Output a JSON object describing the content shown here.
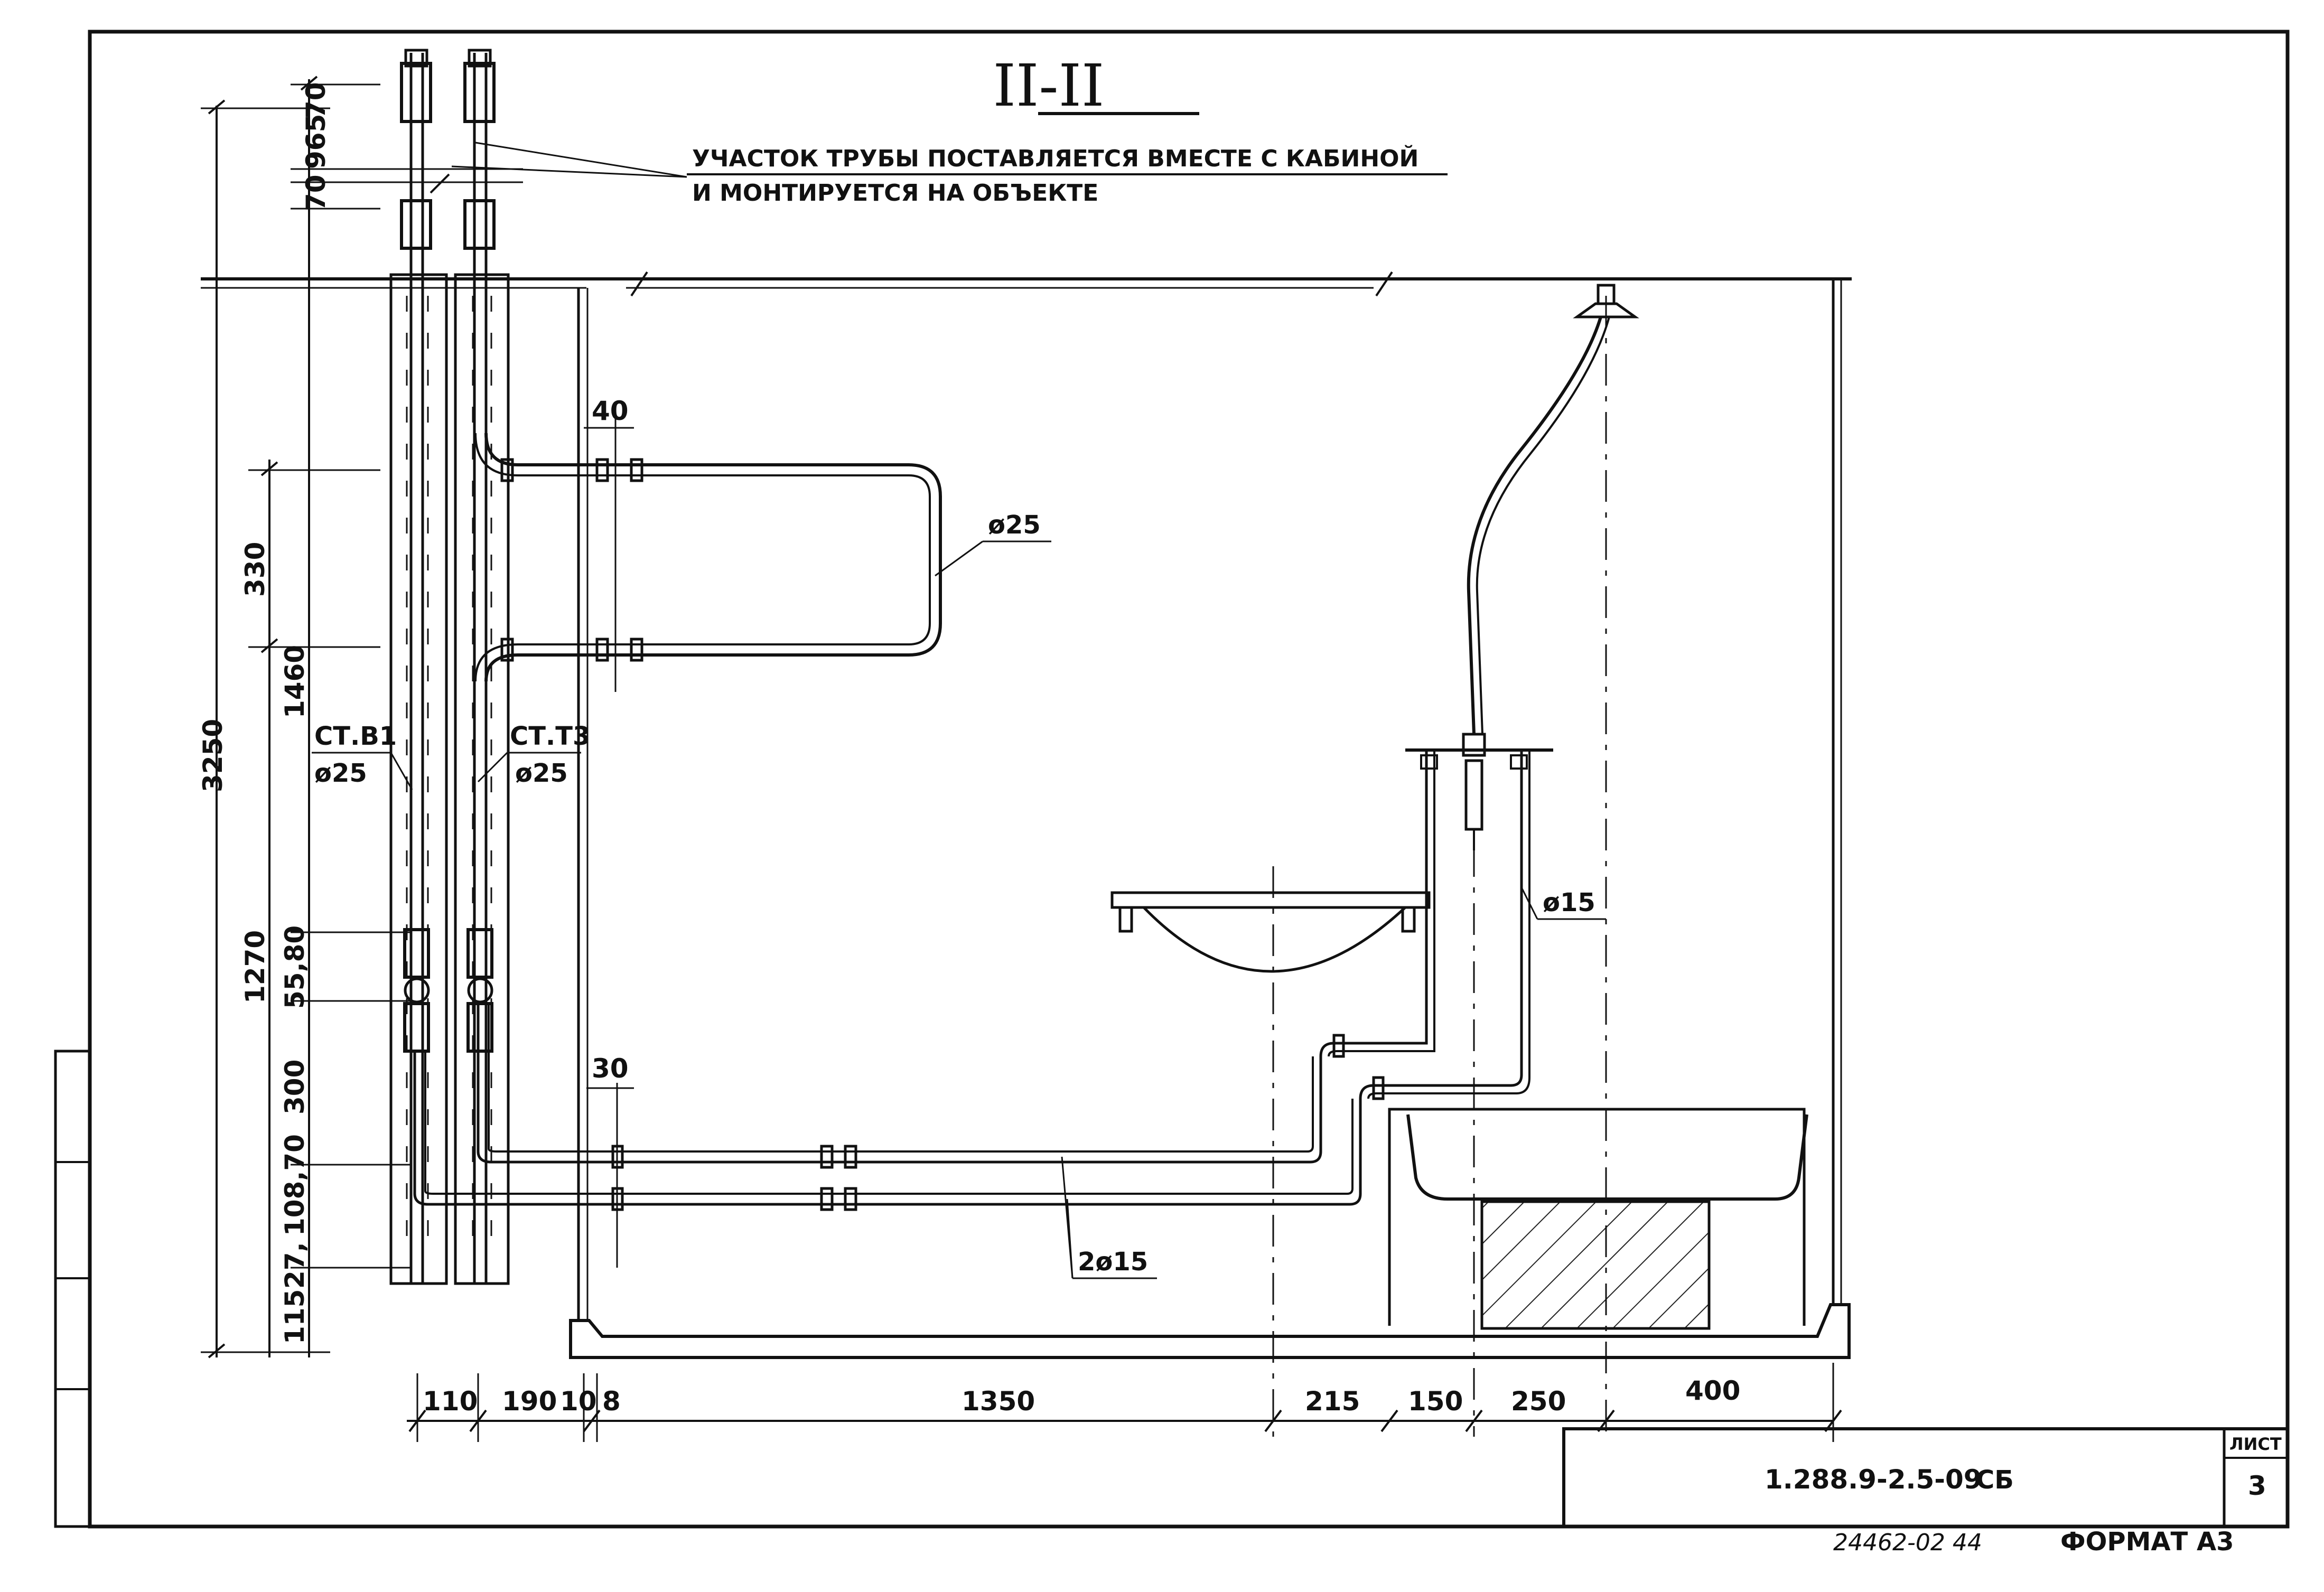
{
  "section_title": "II-II",
  "note": {
    "line1": "УЧАСТОК ТРУБЫ ПОСТАВЛЯЕТСЯ ВМЕСТЕ С КАБИНОЙ",
    "line2": "И МОНТИРУЕТСЯ НА ОБЪЕКТЕ"
  },
  "pipe_labels": {
    "riser_b1_name": "СТ.В1",
    "riser_b1_diameter": "ø25",
    "riser_t3_name": "СТ.Т3",
    "riser_t3_diameter": "ø25",
    "towel_rail": "ø25",
    "shower_pipe": "ø15",
    "supply_pipes": "2ø15"
  },
  "dimensions": {
    "top": [
      "70",
      "965",
      "70"
    ],
    "total_height": "3250",
    "height_1460": "1460",
    "height_330": "330",
    "height_1270": "1270",
    "height_55_80": "55,80",
    "height_300": "300",
    "height_108_70": "108,70",
    "height_27": "27,",
    "height_115": "115",
    "offset_40": "40",
    "offset_30": "30",
    "bottom": [
      "110",
      "190",
      "10",
      "8",
      "1350",
      "215",
      "150",
      "250",
      "400"
    ]
  },
  "title_block": {
    "doc_code": "1.288.9-2.5-09",
    "doc_suffix": "СБ",
    "sheet_label": "ЛИСТ",
    "sheet_number": "3"
  },
  "footer": {
    "inventory": "24462-02 44",
    "format": "ФОРМАТ А3"
  }
}
